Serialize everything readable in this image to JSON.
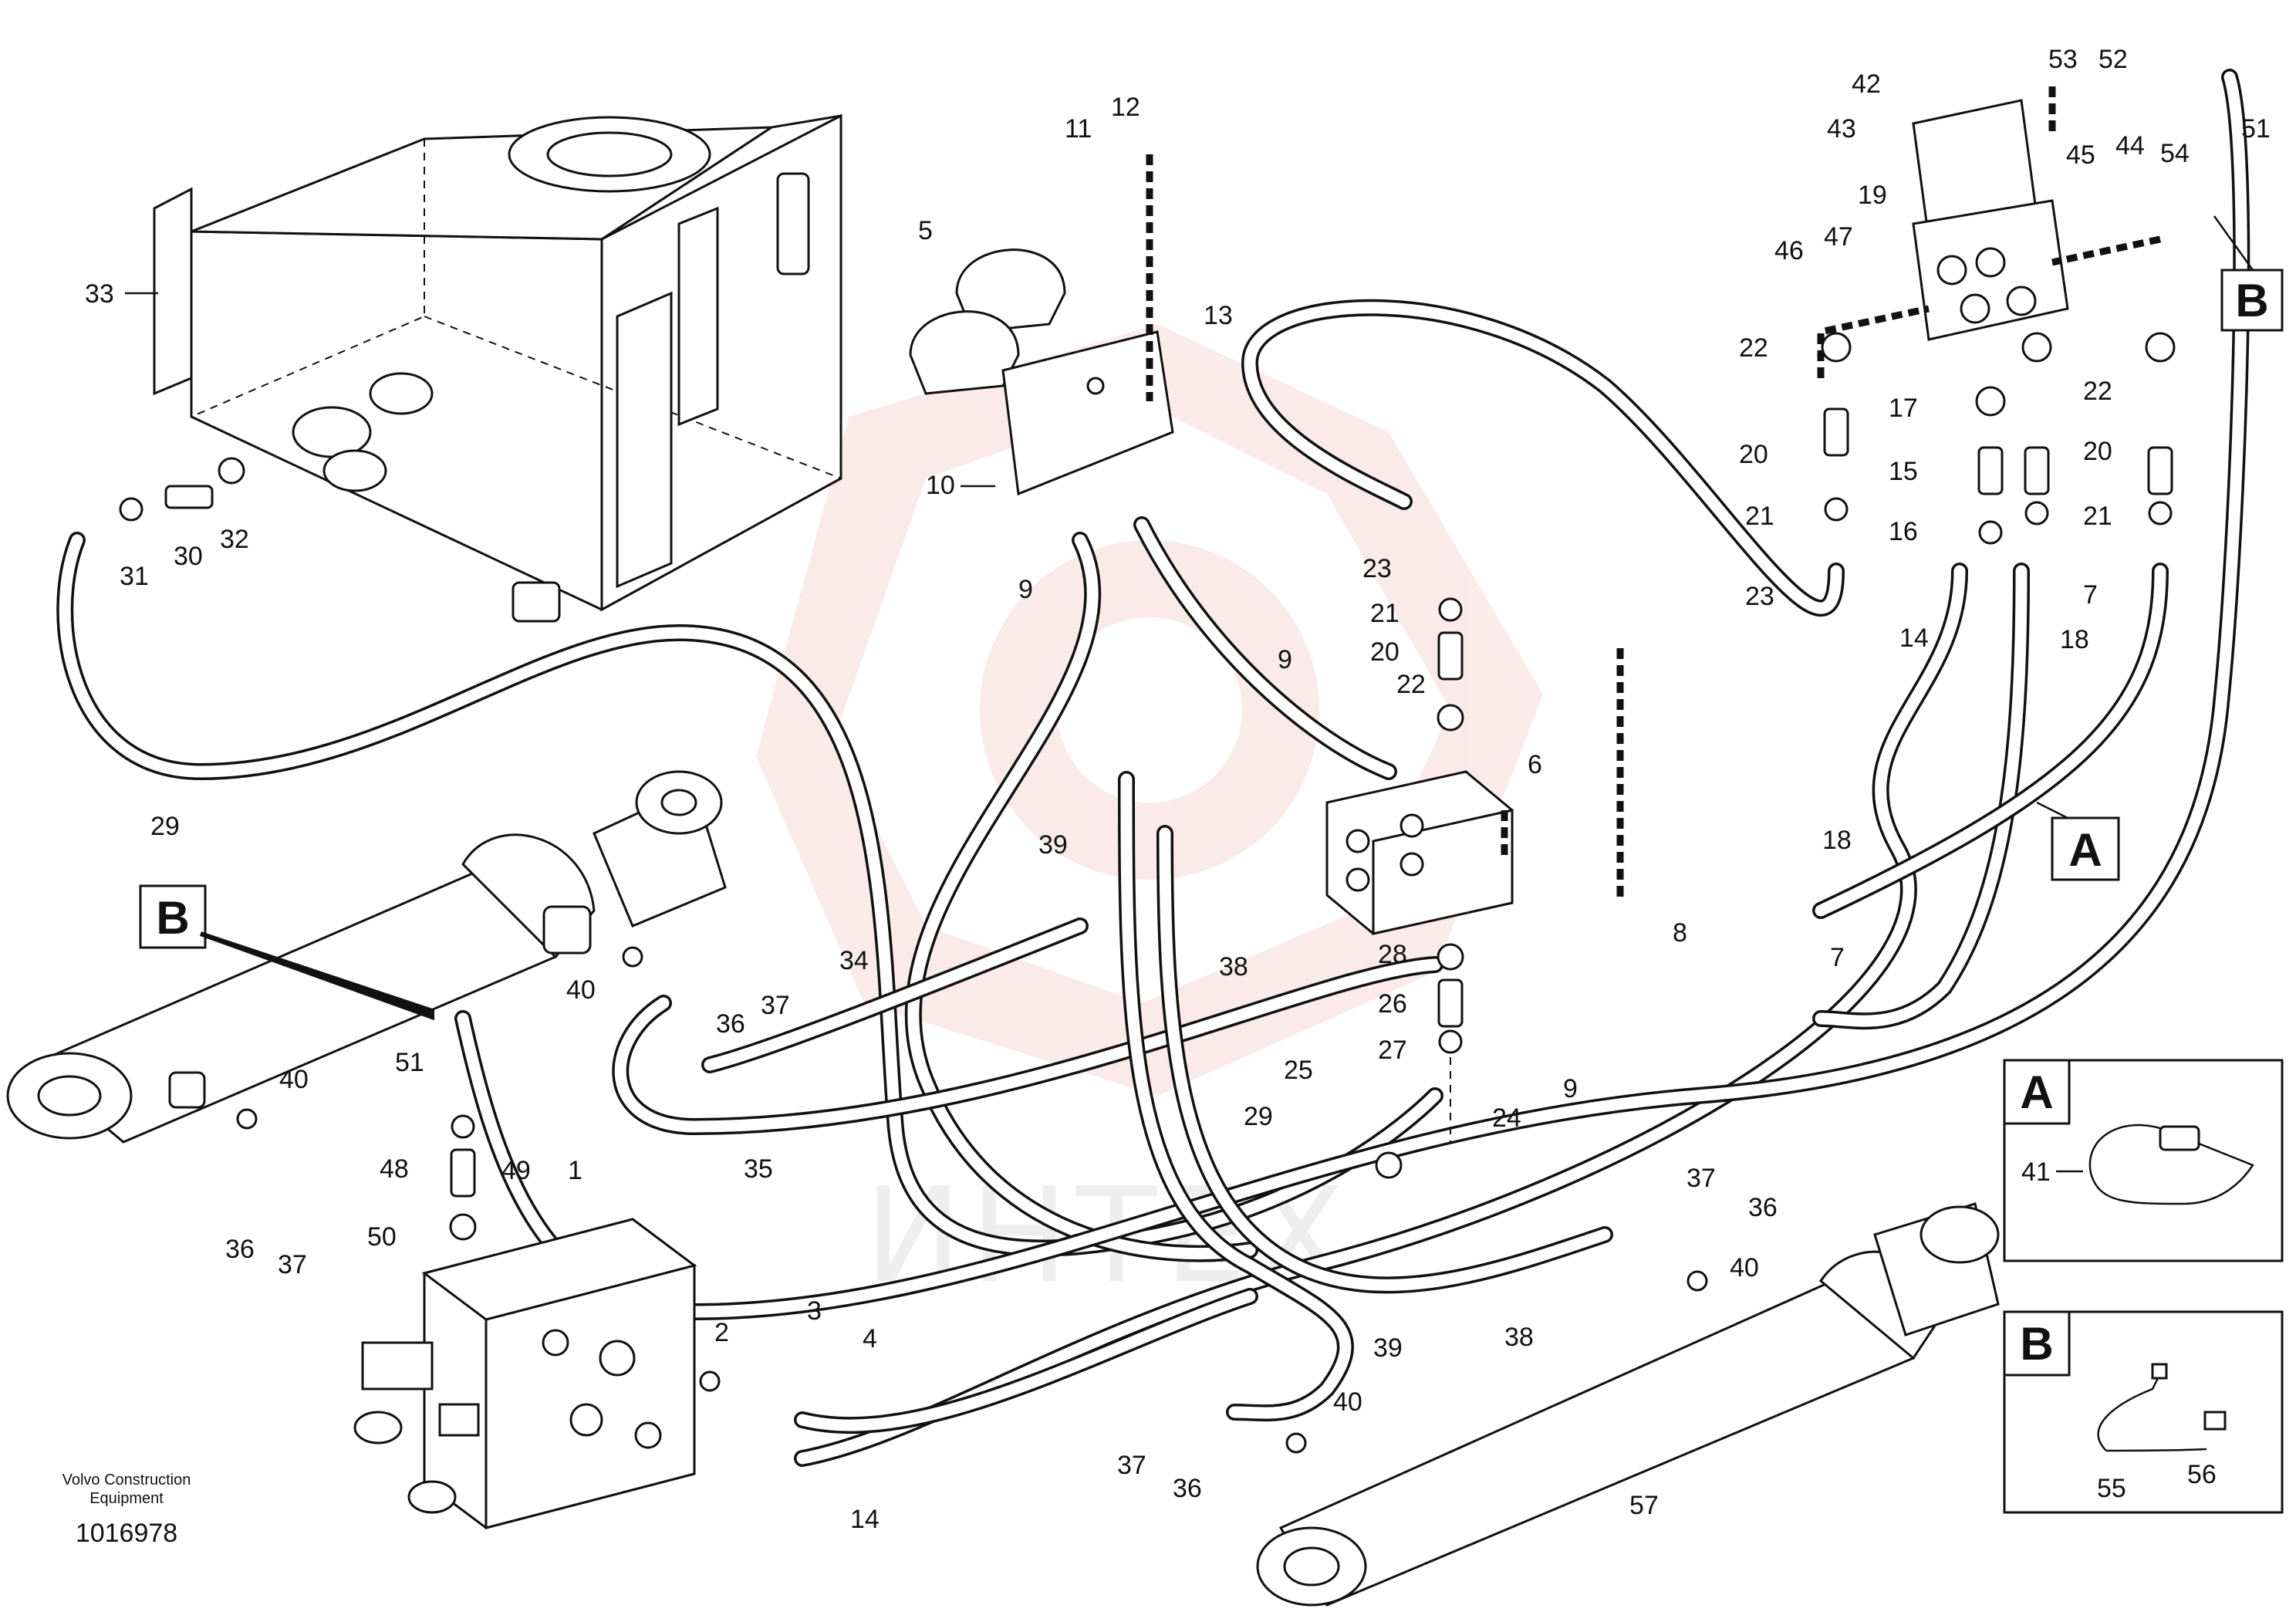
{
  "credit": {
    "line1": "Volvo Construction",
    "line2": "Equipment",
    "ref": "1016978"
  },
  "watermark": {
    "text": "ИНТЕХ",
    "color": "#e8b8b8"
  },
  "detail_boxes": {
    "a": {
      "label": "A",
      "parts": [
        "41"
      ]
    },
    "b": {
      "label": "B",
      "parts": [
        "55",
        "56"
      ]
    }
  },
  "ref_labels": {
    "a": "A",
    "b_top": "B",
    "b_left": "B"
  },
  "callouts": [
    "33",
    "31",
    "30",
    "32",
    "29",
    "11",
    "12",
    "5",
    "13",
    "10",
    "9",
    "42",
    "43",
    "53",
    "52",
    "54",
    "51",
    "45",
    "44",
    "19",
    "46",
    "47",
    "22",
    "20",
    "21",
    "23",
    "17",
    "15",
    "16",
    "7",
    "14",
    "18",
    "23",
    "21",
    "20",
    "22",
    "9",
    "6",
    "39",
    "8",
    "28",
    "26",
    "27",
    "24",
    "25",
    "38",
    "34",
    "36",
    "37",
    "40",
    "51",
    "49",
    "48",
    "50",
    "1",
    "40",
    "36",
    "37",
    "35",
    "29",
    "9",
    "3",
    "4",
    "2",
    "14",
    "37",
    "36",
    "40",
    "39",
    "38",
    "37",
    "36",
    "40",
    "57",
    "18",
    "7",
    "41",
    "55",
    "56",
    "22",
    "20",
    "21"
  ]
}
